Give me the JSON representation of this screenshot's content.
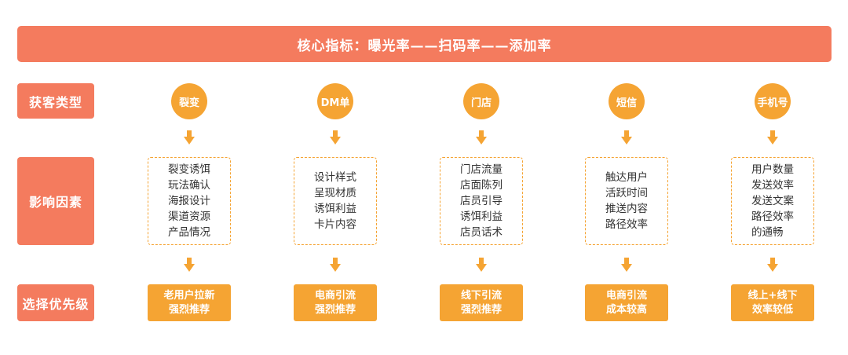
{
  "banner": "核心指标：曝光率——扫码率——添加率",
  "row_labels": [
    "获客类型",
    "影响因素",
    "选择优先级"
  ],
  "columns": [
    {
      "type": "裂变",
      "factors": [
        "裂变诱饵",
        "玩法确认",
        "海报设计",
        "渠道资源",
        "产品情况"
      ],
      "priority": [
        "老用户拉新",
        "强烈推荐"
      ]
    },
    {
      "type": "DM单",
      "factors": [
        "设计样式",
        "呈现材质",
        "诱饵利益",
        "卡片内容"
      ],
      "priority": [
        "电商引流",
        "强烈推荐"
      ]
    },
    {
      "type": "门店",
      "factors": [
        "门店流量",
        "店面陈列",
        "店员引导",
        "诱饵利益",
        "店员话术"
      ],
      "priority": [
        "线下引流",
        "强烈推荐"
      ]
    },
    {
      "type": "短信",
      "factors": [
        "触达用户",
        "活跃时间",
        "推送内容",
        "路径效率"
      ],
      "priority": [
        "电商引流",
        "成本较高"
      ]
    },
    {
      "type": "手机号",
      "factors": [
        "用户数量",
        "发送效率",
        "发送文案",
        "路径效率",
        "的通畅"
      ],
      "priority": [
        "线上+线下",
        "效率较低"
      ]
    }
  ],
  "colors": {
    "banner": "#f47b5e",
    "label": "#f47b5e",
    "accent": "#f5a433",
    "text": "#333333"
  }
}
